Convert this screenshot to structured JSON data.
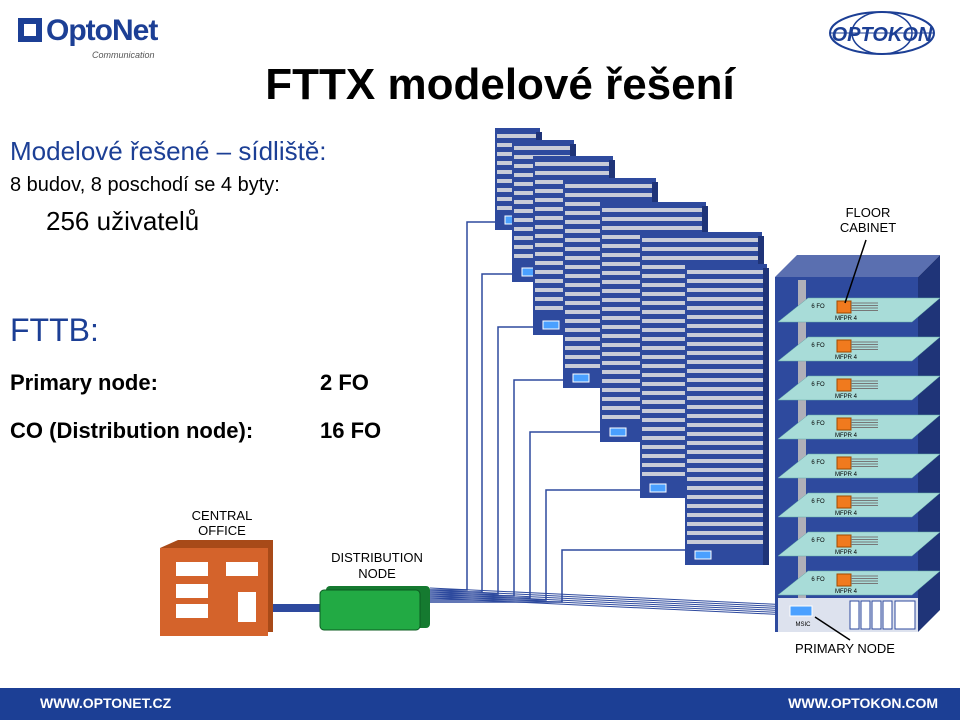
{
  "logos": {
    "left": {
      "name": "OptoNet",
      "tagline": "Communication"
    },
    "right": {
      "name": "OPTOKON"
    }
  },
  "title": "FTTX modelové řešení",
  "intro": {
    "line1": "Modelové řešené – sídliště:",
    "line2": "8 budov, 8 poschodí se 4 byty:",
    "line3": "256 uživatelů"
  },
  "fttb": {
    "heading": "FTTB:",
    "rows": [
      {
        "label": "Primary node:",
        "value": "2 FO"
      },
      {
        "label": "CO (Distribution node):",
        "value": "16 FO"
      }
    ]
  },
  "diagram": {
    "central_office_label": "CENTRAL OFFICE",
    "distribution_node_label": "DISTRIBUTION NODE",
    "floor_cabinet_label": "FLOOR CABINET",
    "primary_node_label": "PRIMARY NODE",
    "msic_label": "MSIC",
    "fo_label": "6 FO",
    "mfpr_label": "MFPR 4",
    "colors": {
      "building": "#2e4a9e",
      "stripe": "#c8ccd8",
      "fiber": "#2e4a9e",
      "central_office": "#d4632b",
      "distribution_node": "#22aa44",
      "floor_cabinet": "#f07a1e",
      "floor": "#a8dcd8"
    }
  },
  "footer": {
    "left": "WWW.OPTONET.CZ",
    "right": "WWW.OPTOKON.COM"
  }
}
